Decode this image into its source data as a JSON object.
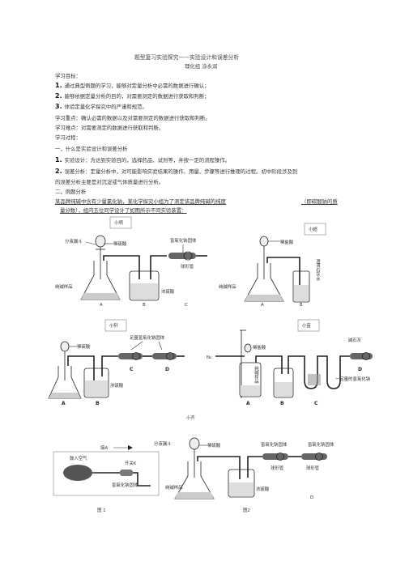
{
  "header": {
    "title": "题型复习实验探究——实验设计和误差分析",
    "author": "理化组 涂永润"
  },
  "goals": {
    "heading": "学习目标：",
    "items": [
      {
        "n": "1.",
        "text": "通过典型例题的学习，能够对定量分析中必需的数据进行确认；"
      },
      {
        "n": "2.",
        "text": "能够依据定量分析的目的，对需要测定的数据进行获取和判断；"
      },
      {
        "n": "3.",
        "text": "体验定量化学探究中的严谨和规范。"
      }
    ],
    "key_point": "学习重点：确认必需的数据以及对需要测定的数据进行获取和判断。",
    "difficulty": "学习难点：对需要测定的数据进行获取和判断。",
    "process": "学习过程："
  },
  "section1": {
    "heading": "一，什么是实验设计和误差分析",
    "items": [
      {
        "n": "1.",
        "text": "实验设计：为达到实验目的，选择药品、试剂等，并按一定的流程操作。"
      },
      {
        "n": "2.",
        "text": "误差分析：定量分析中，对可能影响实验结果的操作、用量、步骤等进行推理的过程。初中阶段涉及到"
      }
    ],
    "continued": "的误差分析主要是对沉淀或气体质量进行分析。"
  },
  "section2": {
    "heading": "二，例题分析",
    "problem_line1": "某品牌纯碱中含有少量氯化钠，某化学探究小组为了测定该品牌纯碱的纯度",
    "problem_note": "（即碳酸钠的质",
    "problem_line2": "量分数），组内五位同学设计了如图所示不同实验装置："
  },
  "figures": {
    "xiaoming": {
      "box_label": "小明",
      "labels": {
        "funnel": "分液漏斗",
        "acid": "稀硫酸",
        "naoh": "氢氧化钠固体",
        "drying_tube": "球形管",
        "sample": "纯碱样品",
        "h2so4": "浓硫酸"
      },
      "letters": [
        "A",
        "B",
        "C"
      ]
    },
    "xiaochao": {
      "box_label": "小超",
      "labels": {
        "acid": "稀盐酸",
        "lime": "澄清石灰水",
        "sample": "纯碱样品"
      },
      "letters": [
        "A",
        "B"
      ]
    },
    "xiaoxuan": {
      "box_label": "小轩",
      "labels": {
        "naoh": "足量氢氧化钠固体",
        "acid": "稀硫酸",
        "h2so4": "浓硫酸"
      },
      "letters": [
        "A",
        "B",
        "C",
        "D"
      ]
    },
    "xiaohui": {
      "box_label": "小苗",
      "labels": {
        "soda_lime": "碱石灰",
        "n2": "N₂",
        "acid": "稀盐酸",
        "sample": "纯碱样品",
        "naoh": "一定量的氢氧化钠"
      },
      "letters": [
        "A",
        "B",
        "C",
        "D"
      ]
    },
    "xiaoqi": {
      "caption_top": "小齐",
      "labels": {
        "inlet": "接A",
        "funnel": "分液漏斗",
        "acid": "稀硫酸",
        "naoh1": "氢氧化钠固体",
        "naoh2": "氢氧化钠固体",
        "drying1": "球形管",
        "drying2": "球形管",
        "air": "鼓入空气",
        "switch": "开关K",
        "naoh3": "氢氧化钠固体",
        "sample": "纯碱样品",
        "h2so4": "浓硫酸"
      },
      "letters": [
        "D"
      ]
    },
    "captions": {
      "fig1": "图 1",
      "fig2": "图2"
    }
  }
}
